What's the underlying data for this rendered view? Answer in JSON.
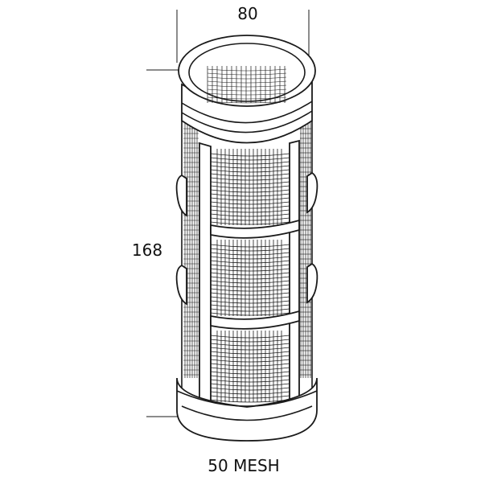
{
  "dimensions": {
    "diameter": "80",
    "height": "168"
  },
  "caption": "50 MESH",
  "colors": {
    "line": "#1a1a1a",
    "background": "#ffffff"
  }
}
